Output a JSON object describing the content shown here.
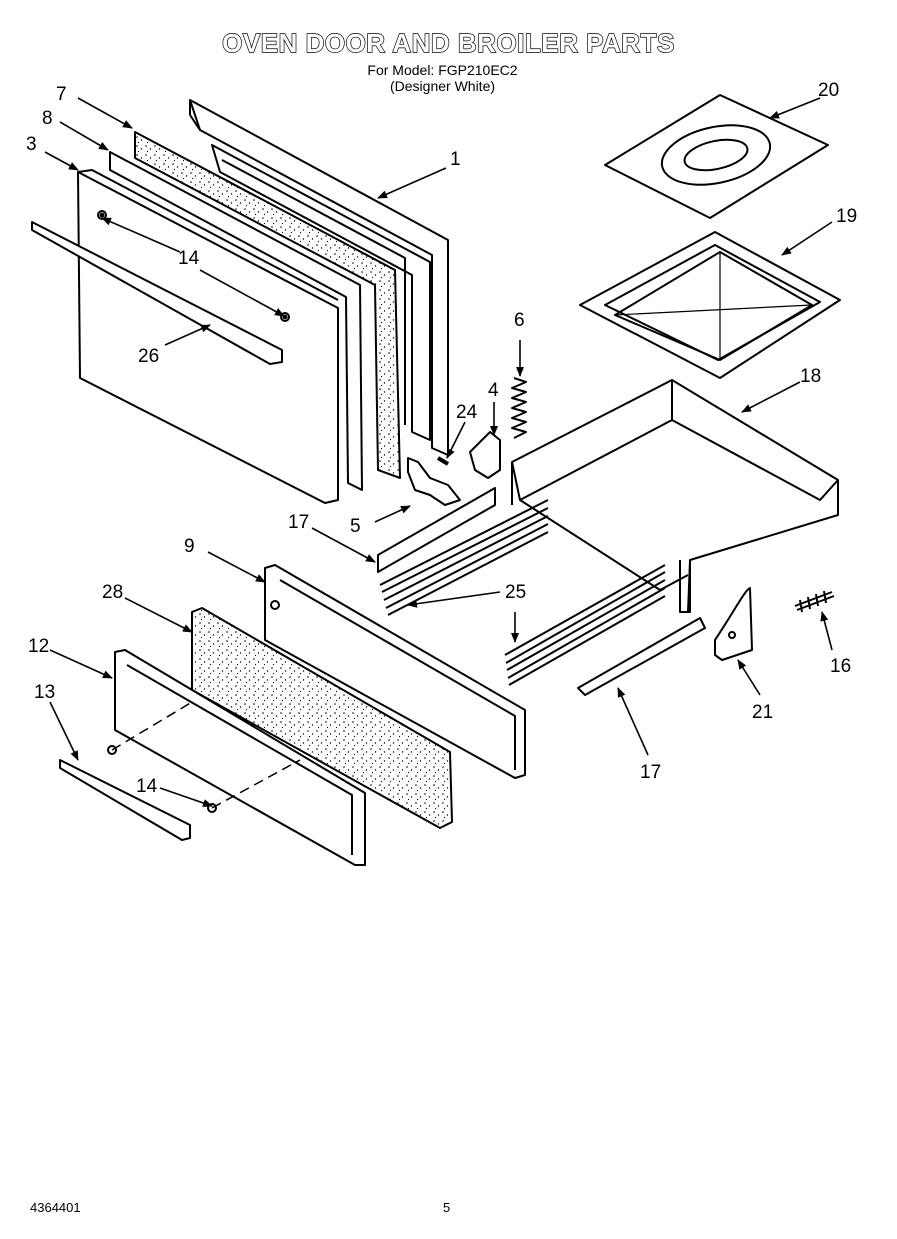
{
  "header": {
    "title": "OVEN DOOR AND BROILER PARTS",
    "model_line": "For Model: FGP210EC2",
    "variant_line": "(Designer White)"
  },
  "callouts": [
    "7",
    "8",
    "3",
    "1",
    "14",
    "26",
    "24",
    "4",
    "6",
    "5",
    "17",
    "9",
    "28",
    "25",
    "12",
    "13",
    "14",
    "18",
    "19",
    "20",
    "21",
    "16",
    "17"
  ],
  "footer": {
    "doc_number": "4364401",
    "page_number": "5"
  },
  "colors": {
    "ink": "#000000",
    "paper": "#ffffff"
  }
}
